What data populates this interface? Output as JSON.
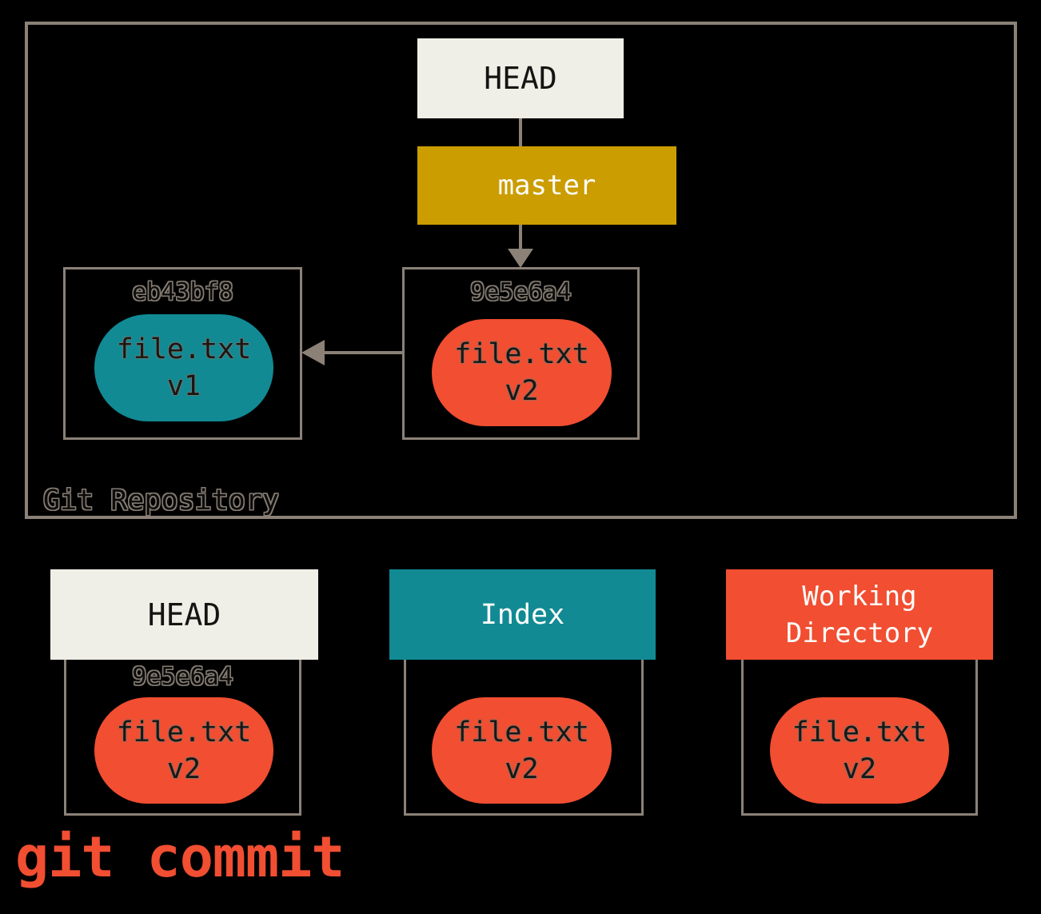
{
  "diagram_title": "git commit",
  "caption": "git commit",
  "repository": {
    "label": "Git Repository",
    "head_label": "HEAD",
    "branch_label": "master",
    "commits": [
      {
        "hash": "eb43bf8",
        "file": "file.txt",
        "version": "v1",
        "blob_color": "#118a94"
      },
      {
        "hash": "9e5e6a4",
        "file": "file.txt",
        "version": "v2",
        "blob_color": "#f14e32"
      }
    ],
    "pointers": [
      {
        "from": "HEAD",
        "to": "master"
      },
      {
        "from": "master",
        "to": "9e5e6a4"
      },
      {
        "from": "9e5e6a4",
        "to": "eb43bf8"
      }
    ]
  },
  "workspace_areas": [
    {
      "title": "HEAD",
      "header_color": "#f0efe7",
      "hash": "9e5e6a4",
      "file": "file.txt",
      "version": "v2",
      "blob_color": "#f14e32"
    },
    {
      "title": "Index",
      "header_color": "#118a94",
      "file": "file.txt",
      "version": "v2",
      "blob_color": "#f14e32"
    },
    {
      "title": "Working Directory",
      "header_color": "#f14e32",
      "file": "file.txt",
      "version": "v2",
      "blob_color": "#f14e32"
    }
  ],
  "colors": {
    "background": "#000000",
    "border": "#8b8177",
    "cream": "#f0efe7",
    "gold": "#cb9d00",
    "teal": "#118a94",
    "red": "#f14e32",
    "dark_text": "#161412",
    "light_text": "#fdfdfb"
  }
}
